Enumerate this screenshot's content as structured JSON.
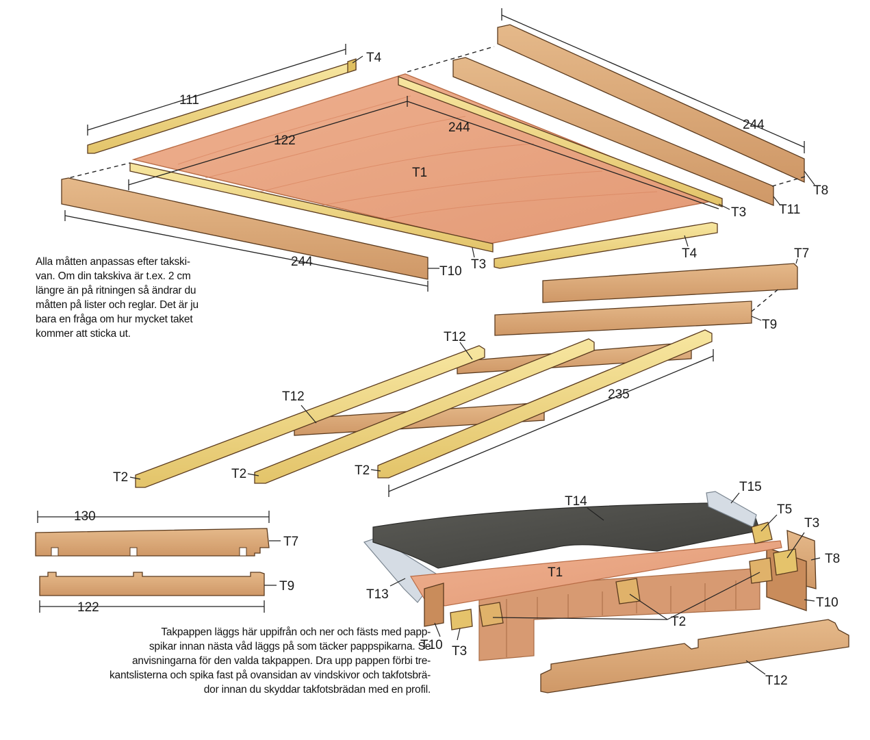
{
  "note_top": [
    "Alla måtten anpassas efter takski-",
    "van. Om din takskiva är t.ex. 2 cm",
    "längre än på ritningen så ändrar du",
    "måtten på lister och reglar. Det är ju",
    "bara en fråga om hur mycket taket",
    "kommer att sticka ut."
  ],
  "note_bottom": [
    "Takpappen läggs här uppifrån och ner och fästs med papp-",
    "spikar innan nästa våd läggs på som täcker pappspikarna. Se",
    "anvisningarna för den valda takpappen. Dra upp pappen förbi tre-",
    "kantslisterna och spika fast på ovansidan av vindskivor och takfotsbrä-",
    "dor innan du skyddar takfotsbrädan med en profil."
  ],
  "dimensions": {
    "d111": "111",
    "d122_board": "122",
    "d244_board": "244",
    "d244_right": "244",
    "d244_left": "244",
    "d235": "235",
    "d130": "130",
    "d122_bottom": "122"
  },
  "parts": {
    "t1_top": "T1",
    "t4_top": "T4",
    "t4_right": "T4",
    "t3_right": "T3",
    "t3_bottom": "T3",
    "t8_top": "T8",
    "t11": "T11",
    "t10_top": "T10",
    "t7_top": "T7",
    "t9_top": "T9",
    "t12_a": "T12",
    "t12_b": "T12",
    "t2_a": "T2",
    "t2_b": "T2",
    "t2_c": "T2",
    "t7_detail": "T7",
    "t9_detail": "T9",
    "t14": "T14",
    "t15": "T15",
    "t5": "T5",
    "t3_section": "T3",
    "t8_section": "T8",
    "t1_section": "T1",
    "t13": "T13",
    "t10_section_r": "T10",
    "t2_section": "T2",
    "t10_section_l": "T10",
    "t3_section_l": "T3",
    "t12_section": "T12"
  },
  "colors": {
    "plywood": "#e9a37f",
    "batten_yellow": "#f0d98a",
    "timber": "#d9a777",
    "tarpaper": "#4a4a46",
    "flashing": "#cfd6de"
  }
}
